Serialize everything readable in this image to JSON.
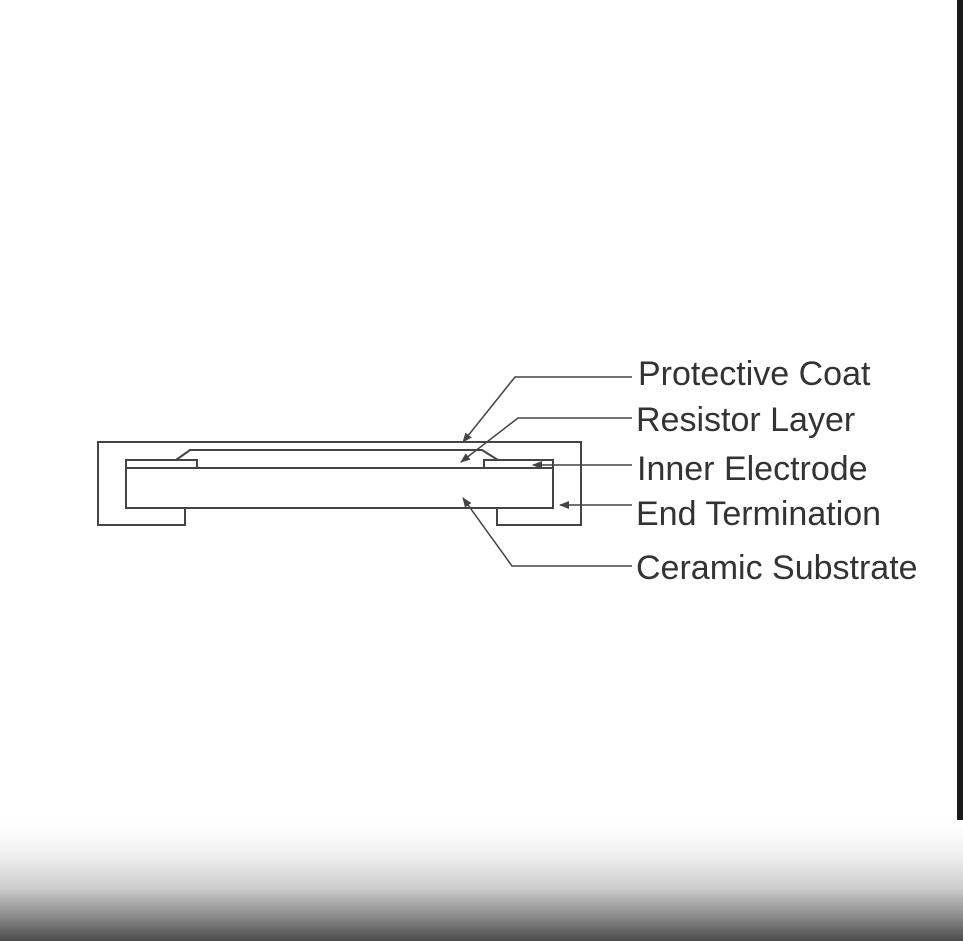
{
  "labels": {
    "protective_coat": "Protective Coat",
    "resistor_layer": "Resistor Layer",
    "inner_electrode": "Inner Electrode",
    "end_termination": "End Termination",
    "ceramic_substrate": "Ceramic Substrate"
  },
  "colors": {
    "line": "#444444",
    "text": "#333333",
    "background": "#ffffff"
  }
}
